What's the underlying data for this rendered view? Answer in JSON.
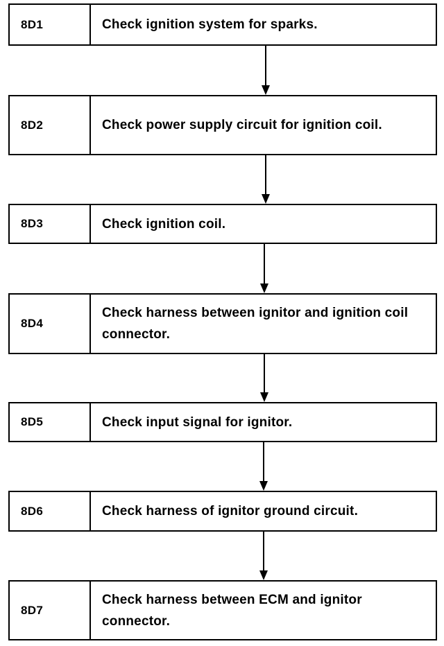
{
  "steps": [
    {
      "code": "8D1",
      "text": "Check ignition system for sparks."
    },
    {
      "code": "8D2",
      "text": "Check power supply circuit for ignition coil."
    },
    {
      "code": "8D3",
      "text": "Check ignition coil."
    },
    {
      "code": "8D4",
      "text": "Check harness between ignitor and ignition coil connector."
    },
    {
      "code": "8D5",
      "text": "Check input signal for ignitor."
    },
    {
      "code": "8D6",
      "text": "Check harness of ignitor ground circuit."
    },
    {
      "code": "8D7",
      "text": "Check harness between ECM and ignitor connector."
    }
  ]
}
